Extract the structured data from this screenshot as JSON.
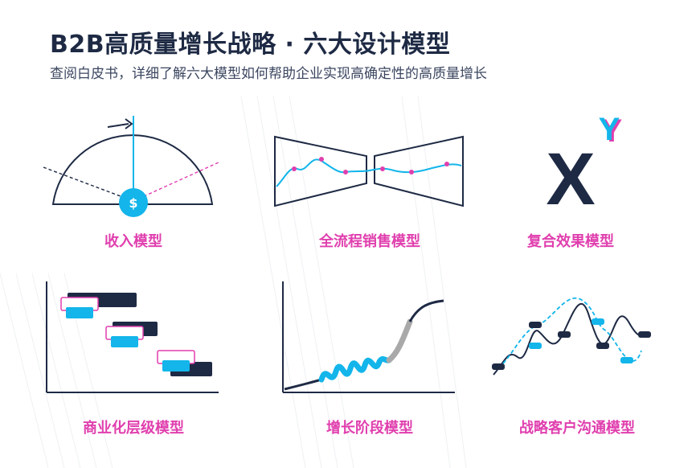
{
  "header": {
    "title": "B2B高质量增长战略 · 六大设计模型",
    "subtitle": "查阅白皮书，详细了解六大模型如何帮助企业实现高确定性的高质量增长"
  },
  "colors": {
    "navy": "#1e2a44",
    "cyan": "#13b5ea",
    "magenta": "#e03fae",
    "gray": "#a9a9a9"
  },
  "models": [
    {
      "label": "收入模型",
      "icon": "semicircle-gauge-dollar-icon",
      "glyph": "$"
    },
    {
      "label": "全流程销售模型",
      "icon": "bowtie-funnel-icon"
    },
    {
      "label": "复合效果模型",
      "icon": "x-power-y-icon",
      "glyph_x": "X",
      "glyph_y": "Y"
    },
    {
      "label": "商业化层级模型",
      "icon": "layered-bars-icon"
    },
    {
      "label": "增长阶段模型",
      "icon": "growth-s-curve-icon"
    },
    {
      "label": "战略客户沟通模型",
      "icon": "communication-waves-icon"
    }
  ]
}
